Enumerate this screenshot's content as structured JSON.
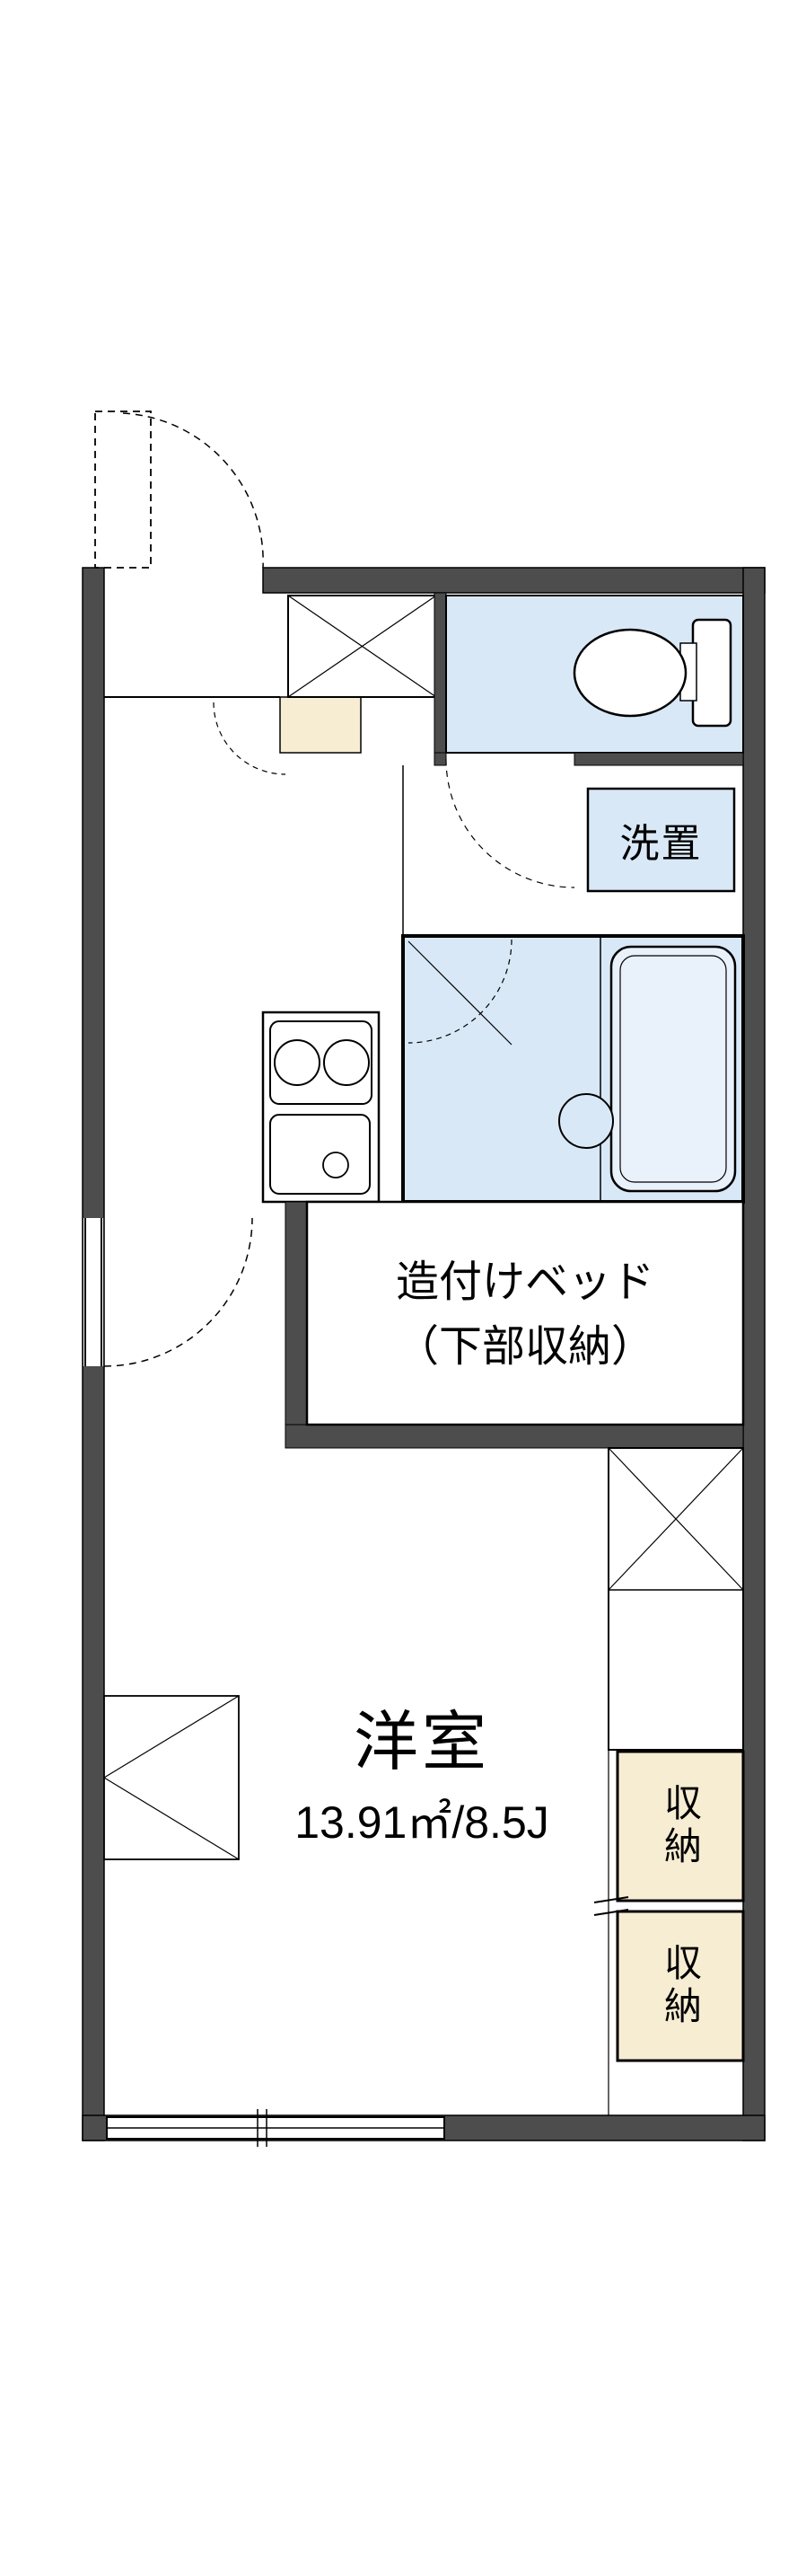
{
  "plan": {
    "labels": {
      "laundry": "洗置",
      "bed_line1": "造付けベッド",
      "bed_line2": "（下部収納）",
      "room_name": "洋室",
      "room_size": "13.91㎡/8.5J",
      "storage_top": "収納",
      "storage_bottom": "収納"
    },
    "colors": {
      "wall": "#4d4d4d",
      "wet_area_fill": "#d9e8f7",
      "bathtub_fill": "#e9f1fa",
      "storage_fill": "#f6edd2",
      "entrance_mat_fill": "#f6edd2",
      "line": "#000000",
      "background": "#ffffff"
    }
  }
}
